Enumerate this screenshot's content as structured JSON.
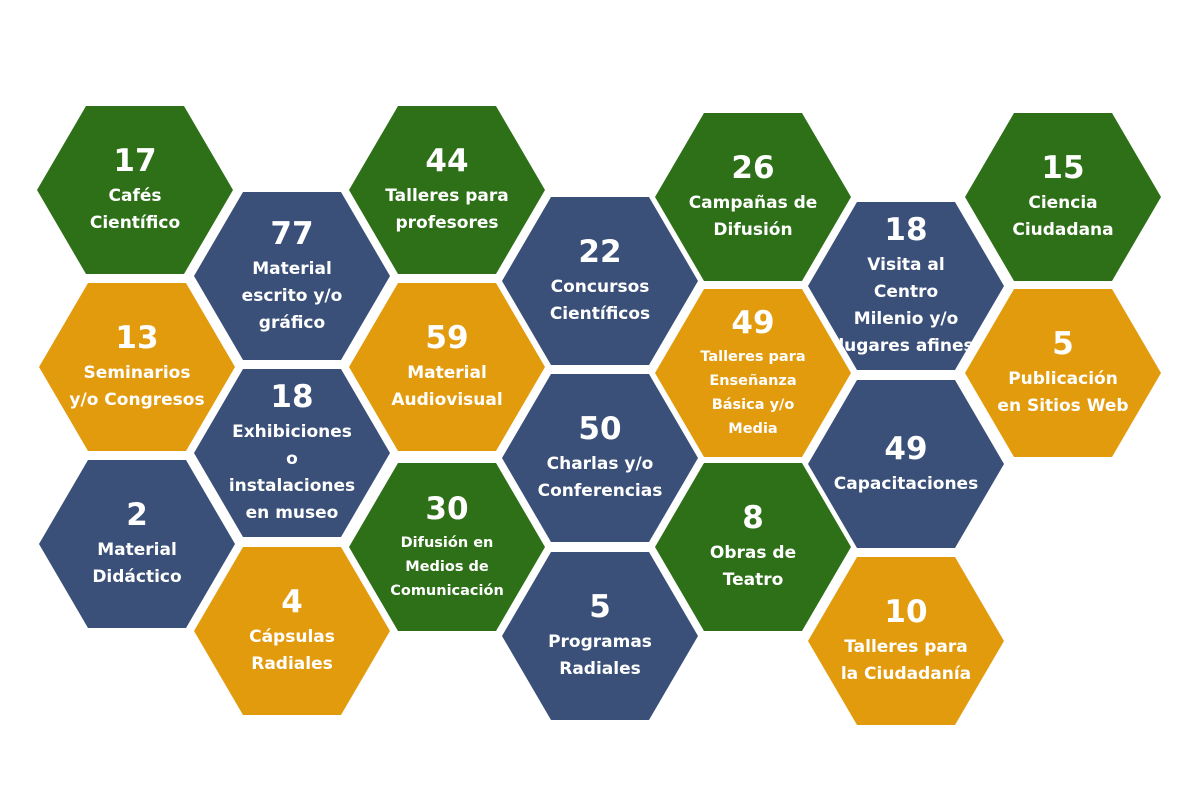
{
  "colors": {
    "green": "#2e7018",
    "blue": "#3a5078",
    "orange": "#e39b0e",
    "text": "#ffffff",
    "background": "#ffffff"
  },
  "items": [
    {
      "value": "17",
      "label": "Cafés Científico",
      "color": "green"
    },
    {
      "value": "77",
      "label": "Material escrito y/o gráfico",
      "color": "blue"
    },
    {
      "value": "44",
      "label": "Talleres para profesores",
      "color": "green"
    },
    {
      "value": "22",
      "label": "Concursos Científicos",
      "color": "blue"
    },
    {
      "value": "26",
      "label": "Campañas de Difusión",
      "color": "green"
    },
    {
      "value": "18",
      "label": "Visita al Centro Milenio y/o lugares afines",
      "color": "blue"
    },
    {
      "value": "15",
      "label": "Ciencia Ciudadana",
      "color": "green"
    },
    {
      "value": "13",
      "label": "Seminarios y/o Congresos",
      "color": "orange"
    },
    {
      "value": "59",
      "label": "Material Audiovisual",
      "color": "orange"
    },
    {
      "value": "49",
      "label": "Talleres para Enseñanza Básica y/o Media",
      "color": "orange"
    },
    {
      "value": "5",
      "label": "Publicación en Sitios Web",
      "color": "orange"
    },
    {
      "value": "18",
      "label": "Exhibiciones o instalaciones en museo",
      "color": "blue"
    },
    {
      "value": "50",
      "label": "Charlas y/o Conferencias",
      "color": "blue"
    },
    {
      "value": "49",
      "label": "Capacitaciones",
      "color": "blue"
    },
    {
      "value": "2",
      "label": "Material Didáctico",
      "color": "blue"
    },
    {
      "value": "30",
      "label": "Difusión en Medios de Comunicación",
      "color": "green"
    },
    {
      "value": "8",
      "label": "Obras de Teatro",
      "color": "green"
    },
    {
      "value": "4",
      "label": "Cápsulas Radiales",
      "color": "orange"
    },
    {
      "value": "5",
      "label": "Programas Radiales",
      "color": "blue"
    },
    {
      "value": "10",
      "label": "Talleres para la Ciudadanía",
      "color": "orange"
    }
  ]
}
